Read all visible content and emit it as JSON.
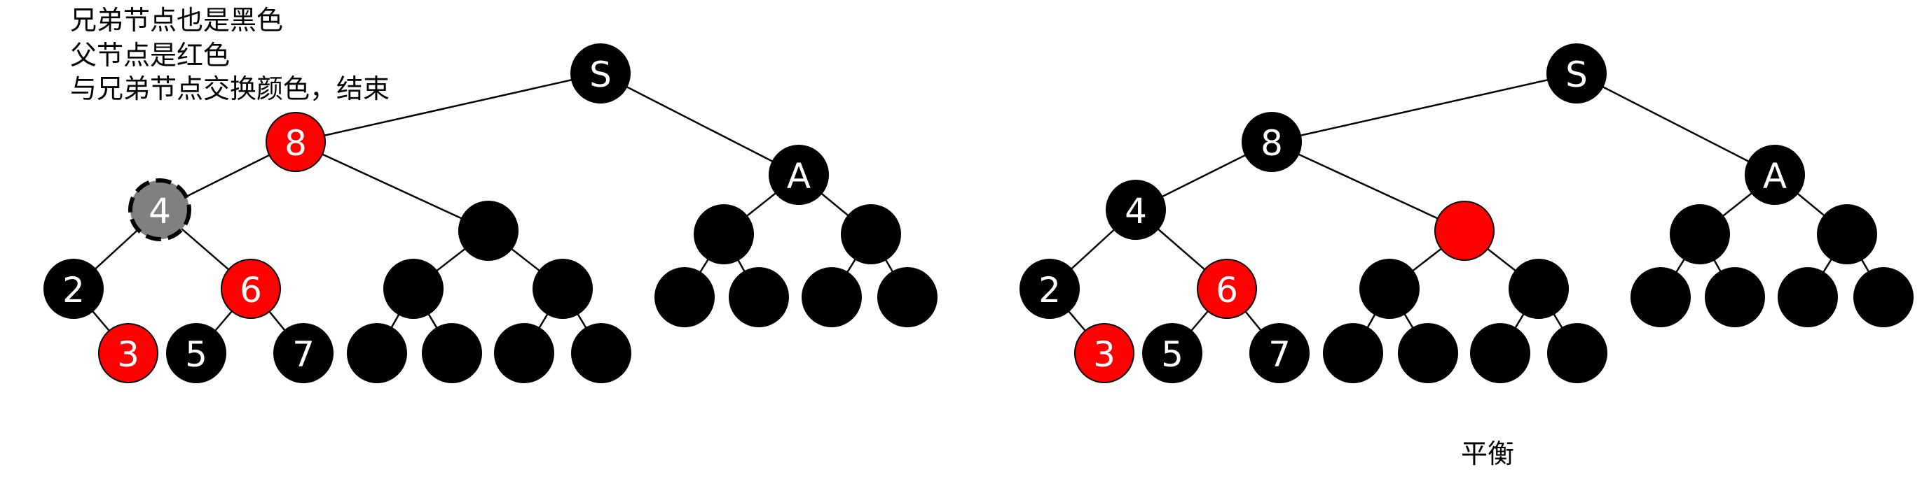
{
  "notes": [
    "兄弟节点也是黑色",
    "父节点是红色",
    "与兄弟节点交换颜色，结束"
  ],
  "caption": "平衡",
  "colors": {
    "black": "#000000",
    "red": "#ff0000",
    "gray": "#808080",
    "label": "#ffffff"
  },
  "trees": [
    {
      "name": "before",
      "nodes": [
        {
          "id": "S",
          "label": "S",
          "color": "black"
        },
        {
          "id": "8",
          "label": "8",
          "color": "red"
        },
        {
          "id": "A",
          "label": "A",
          "color": "black"
        },
        {
          "id": "4",
          "label": "4",
          "color": "gray",
          "dashed": true
        },
        {
          "id": "s",
          "label": "",
          "color": "black"
        },
        {
          "id": "2",
          "label": "2",
          "color": "black"
        },
        {
          "id": "6",
          "label": "6",
          "color": "red"
        },
        {
          "id": "3",
          "label": "3",
          "color": "red"
        },
        {
          "id": "5",
          "label": "5",
          "color": "black"
        },
        {
          "id": "7",
          "label": "7",
          "color": "black"
        },
        {
          "id": "sl",
          "label": "",
          "color": "black"
        },
        {
          "id": "sr",
          "label": "",
          "color": "black"
        },
        {
          "id": "sll",
          "label": "",
          "color": "black"
        },
        {
          "id": "slr",
          "label": "",
          "color": "black"
        },
        {
          "id": "srl",
          "label": "",
          "color": "black"
        },
        {
          "id": "srr",
          "label": "",
          "color": "black"
        },
        {
          "id": "al",
          "label": "",
          "color": "black"
        },
        {
          "id": "ar",
          "label": "",
          "color": "black"
        },
        {
          "id": "all",
          "label": "",
          "color": "black"
        },
        {
          "id": "alr",
          "label": "",
          "color": "black"
        },
        {
          "id": "arl",
          "label": "",
          "color": "black"
        },
        {
          "id": "arr",
          "label": "",
          "color": "black"
        }
      ]
    },
    {
      "name": "after",
      "nodes": [
        {
          "id": "S",
          "label": "S",
          "color": "black"
        },
        {
          "id": "8",
          "label": "8",
          "color": "black"
        },
        {
          "id": "A",
          "label": "A",
          "color": "black"
        },
        {
          "id": "4",
          "label": "4",
          "color": "black"
        },
        {
          "id": "s",
          "label": "",
          "color": "red"
        },
        {
          "id": "2",
          "label": "2",
          "color": "black"
        },
        {
          "id": "6",
          "label": "6",
          "color": "red"
        },
        {
          "id": "3",
          "label": "3",
          "color": "red"
        },
        {
          "id": "5",
          "label": "5",
          "color": "black"
        },
        {
          "id": "7",
          "label": "7",
          "color": "black"
        },
        {
          "id": "sl",
          "label": "",
          "color": "black"
        },
        {
          "id": "sr",
          "label": "",
          "color": "black"
        },
        {
          "id": "sll",
          "label": "",
          "color": "black"
        },
        {
          "id": "slr",
          "label": "",
          "color": "black"
        },
        {
          "id": "srl",
          "label": "",
          "color": "black"
        },
        {
          "id": "srr",
          "label": "",
          "color": "black"
        },
        {
          "id": "al",
          "label": "",
          "color": "black"
        },
        {
          "id": "ar",
          "label": "",
          "color": "black"
        },
        {
          "id": "all",
          "label": "",
          "color": "black"
        },
        {
          "id": "alr",
          "label": "",
          "color": "black"
        },
        {
          "id": "arl",
          "label": "",
          "color": "black"
        },
        {
          "id": "arr",
          "label": "",
          "color": "black"
        }
      ]
    }
  ],
  "edges": [
    [
      "S",
      "8"
    ],
    [
      "S",
      "A"
    ],
    [
      "8",
      "4"
    ],
    [
      "8",
      "s"
    ],
    [
      "4",
      "2"
    ],
    [
      "4",
      "6"
    ],
    [
      "2",
      "3"
    ],
    [
      "6",
      "5"
    ],
    [
      "6",
      "7"
    ],
    [
      "s",
      "sl"
    ],
    [
      "s",
      "sr"
    ],
    [
      "sl",
      "sll"
    ],
    [
      "sl",
      "slr"
    ],
    [
      "sr",
      "srl"
    ],
    [
      "sr",
      "srr"
    ],
    [
      "A",
      "al"
    ],
    [
      "A",
      "ar"
    ],
    [
      "al",
      "all"
    ],
    [
      "al",
      "alr"
    ],
    [
      "ar",
      "arl"
    ],
    [
      "ar",
      "arr"
    ]
  ]
}
